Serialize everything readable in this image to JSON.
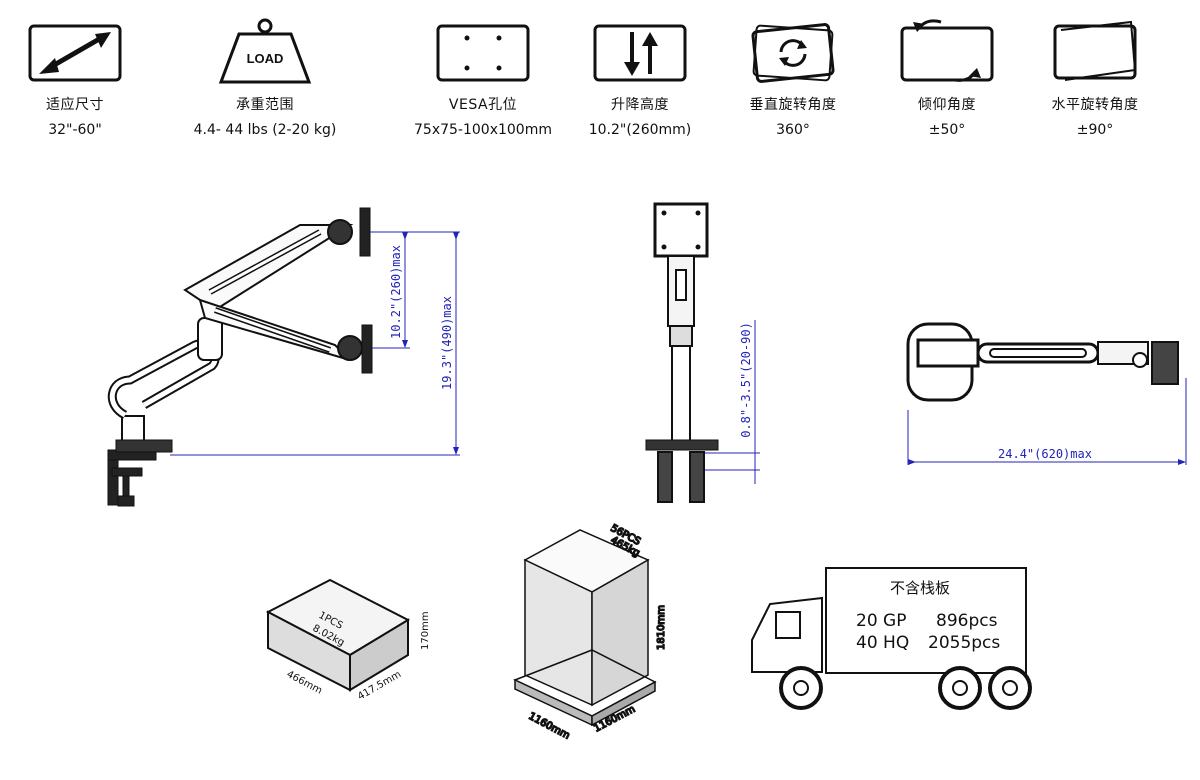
{
  "specs": [
    {
      "icon": "diagonal-arrow-icon",
      "label": "适应尺寸",
      "value": "32\"-60\""
    },
    {
      "icon": "load-weight-icon",
      "icon_text": "LOAD",
      "label": "承重范围",
      "value": "4.4- 44 lbs (2-20 kg)"
    },
    {
      "icon": "vesa-plate-icon",
      "label": "VESA孔位",
      "value": "75x75-100x100mm"
    },
    {
      "icon": "up-down-arrows-icon",
      "label": "升降高度",
      "value": "10.2\"(260mm)"
    },
    {
      "icon": "rotate-icon",
      "label": "垂直旋转角度",
      "value": "360°"
    },
    {
      "icon": "tilt-icon",
      "label": "倾仰角度",
      "value": "±50°"
    },
    {
      "icon": "swivel-icon",
      "label": "水平旋转角度",
      "value": "±90°"
    }
  ],
  "dimensions": {
    "lift_range": "10.2\"(260)max",
    "total_height": "19.3\"(490)max",
    "clamp_range": "0.8\"-3.5\"(20-90)",
    "reach": "24.4\"(620)max"
  },
  "packaging": {
    "single_box": {
      "qty": "1PCS",
      "weight": "8.02kg",
      "length": "466mm",
      "width": "417.5mm",
      "height": "170mm"
    },
    "pallet": {
      "qty": "56PCS",
      "weight": "465kg",
      "height": "1810mm",
      "length": "1160mm",
      "width": "1160mm"
    }
  },
  "container": {
    "note": "不含栈板",
    "rows": [
      {
        "type": "20 GP",
        "qty": "896pcs"
      },
      {
        "type": "40 HQ",
        "qty": "2055pcs"
      }
    ]
  }
}
